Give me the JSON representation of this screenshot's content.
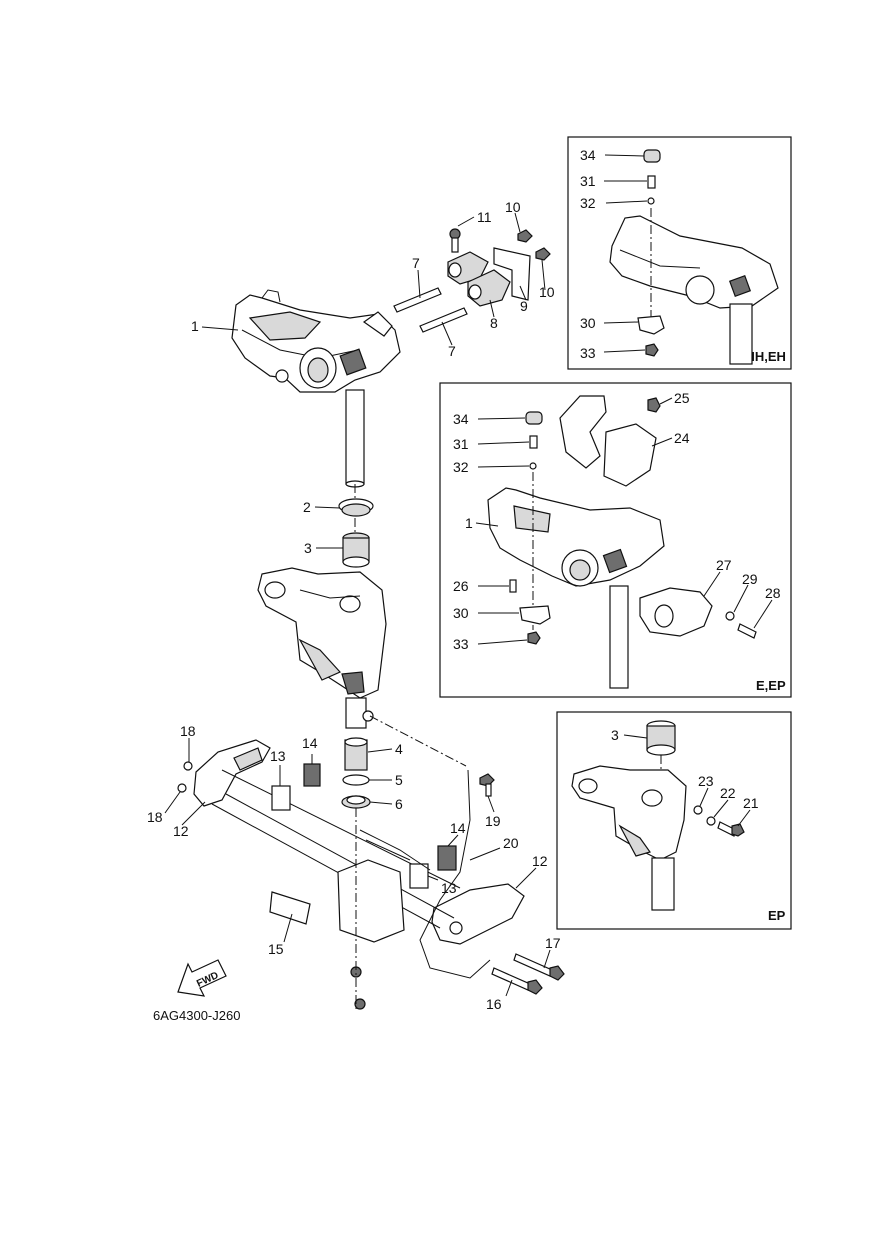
{
  "diagram_code": "6AG4300-J260",
  "fwd_label": "FWD",
  "insets": {
    "mh_eh": {
      "tag": "MH,EH",
      "labels": [
        "34",
        "31",
        "32",
        "30",
        "33"
      ]
    },
    "e_ep": {
      "tag": "E,EP",
      "labels": [
        "34",
        "31",
        "32",
        "1",
        "25",
        "24",
        "26",
        "30",
        "33",
        "27",
        "29",
        "28"
      ]
    },
    "ep": {
      "tag": "EP",
      "labels": [
        "3",
        "23",
        "22",
        "21"
      ]
    }
  },
  "main_labels": [
    "11",
    "10",
    "10",
    "7",
    "7",
    "8",
    "9",
    "1",
    "2",
    "3",
    "4",
    "5",
    "6",
    "18",
    "18",
    "12",
    "12",
    "13",
    "13",
    "14",
    "14",
    "19",
    "20",
    "15",
    "16",
    "17"
  ]
}
